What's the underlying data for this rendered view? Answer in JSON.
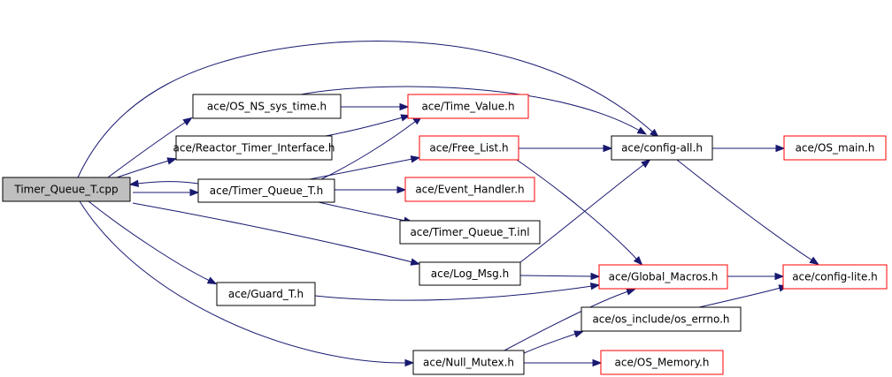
{
  "colors": {
    "edge": "#191970",
    "root_fill": "#bfbfbf",
    "root_border": "#000000",
    "node_fill": "#ffffff",
    "node_border": "#000000",
    "node_border_incomplete": "#ff0000"
  },
  "nodes": [
    {
      "id": "timer_queue_t_cpp",
      "label": "Timer_Queue_T.cpp",
      "style": "root"
    },
    {
      "id": "os_ns_sys_time_h",
      "label": "ace/OS_NS_sys_time.h",
      "style": "normal"
    },
    {
      "id": "reactor_timer_interface_h",
      "label": "ace/Reactor_Timer_Interface.h",
      "style": "normal"
    },
    {
      "id": "timer_queue_t_h",
      "label": "ace/Timer_Queue_T.h",
      "style": "normal"
    },
    {
      "id": "guard_t_h",
      "label": "ace/Guard_T.h",
      "style": "normal"
    },
    {
      "id": "time_value_h",
      "label": "ace/Time_Value.h",
      "style": "incomplete"
    },
    {
      "id": "free_list_h",
      "label": "ace/Free_List.h",
      "style": "incomplete"
    },
    {
      "id": "event_handler_h",
      "label": "ace/Event_Handler.h",
      "style": "incomplete"
    },
    {
      "id": "timer_queue_t_inl",
      "label": "ace/Timer_Queue_T.inl",
      "style": "normal"
    },
    {
      "id": "log_msg_h",
      "label": "ace/Log_Msg.h",
      "style": "normal"
    },
    {
      "id": "null_mutex_h",
      "label": "ace/Null_Mutex.h",
      "style": "normal"
    },
    {
      "id": "config_all_h",
      "label": "ace/config-all.h",
      "style": "normal"
    },
    {
      "id": "global_macros_h",
      "label": "ace/Global_Macros.h",
      "style": "incomplete"
    },
    {
      "id": "os_errno_h",
      "label": "ace/os_include/os_errno.h",
      "style": "normal"
    },
    {
      "id": "os_memory_h",
      "label": "ace/OS_Memory.h",
      "style": "incomplete"
    },
    {
      "id": "os_main_h",
      "label": "ace/OS_main.h",
      "style": "incomplete"
    },
    {
      "id": "config_lite_h",
      "label": "ace/config-lite.h",
      "style": "incomplete"
    }
  ],
  "edges": [
    {
      "from": "timer_queue_t_cpp",
      "to": "os_ns_sys_time_h"
    },
    {
      "from": "timer_queue_t_cpp",
      "to": "reactor_timer_interface_h"
    },
    {
      "from": "timer_queue_t_cpp",
      "to": "timer_queue_t_h"
    },
    {
      "from": "timer_queue_t_cpp",
      "to": "guard_t_h"
    },
    {
      "from": "timer_queue_t_cpp",
      "to": "log_msg_h"
    },
    {
      "from": "timer_queue_t_cpp",
      "to": "null_mutex_h"
    },
    {
      "from": "timer_queue_t_cpp",
      "to": "config_all_h"
    },
    {
      "from": "os_ns_sys_time_h",
      "to": "time_value_h"
    },
    {
      "from": "os_ns_sys_time_h",
      "to": "config_all_h"
    },
    {
      "from": "reactor_timer_interface_h",
      "to": "time_value_h"
    },
    {
      "from": "timer_queue_t_h",
      "to": "timer_queue_t_cpp"
    },
    {
      "from": "timer_queue_t_h",
      "to": "time_value_h"
    },
    {
      "from": "timer_queue_t_h",
      "to": "free_list_h"
    },
    {
      "from": "timer_queue_t_h",
      "to": "event_handler_h"
    },
    {
      "from": "timer_queue_t_h",
      "to": "timer_queue_t_inl"
    },
    {
      "from": "free_list_h",
      "to": "config_all_h"
    },
    {
      "from": "free_list_h",
      "to": "global_macros_h"
    },
    {
      "from": "config_all_h",
      "to": "os_main_h"
    },
    {
      "from": "config_all_h",
      "to": "config_lite_h"
    },
    {
      "from": "log_msg_h",
      "to": "config_all_h"
    },
    {
      "from": "log_msg_h",
      "to": "global_macros_h"
    },
    {
      "from": "guard_t_h",
      "to": "global_macros_h"
    },
    {
      "from": "global_macros_h",
      "to": "config_lite_h"
    },
    {
      "from": "os_errno_h",
      "to": "config_lite_h"
    },
    {
      "from": "null_mutex_h",
      "to": "global_macros_h"
    },
    {
      "from": "null_mutex_h",
      "to": "os_errno_h"
    },
    {
      "from": "null_mutex_h",
      "to": "os_memory_h"
    }
  ]
}
